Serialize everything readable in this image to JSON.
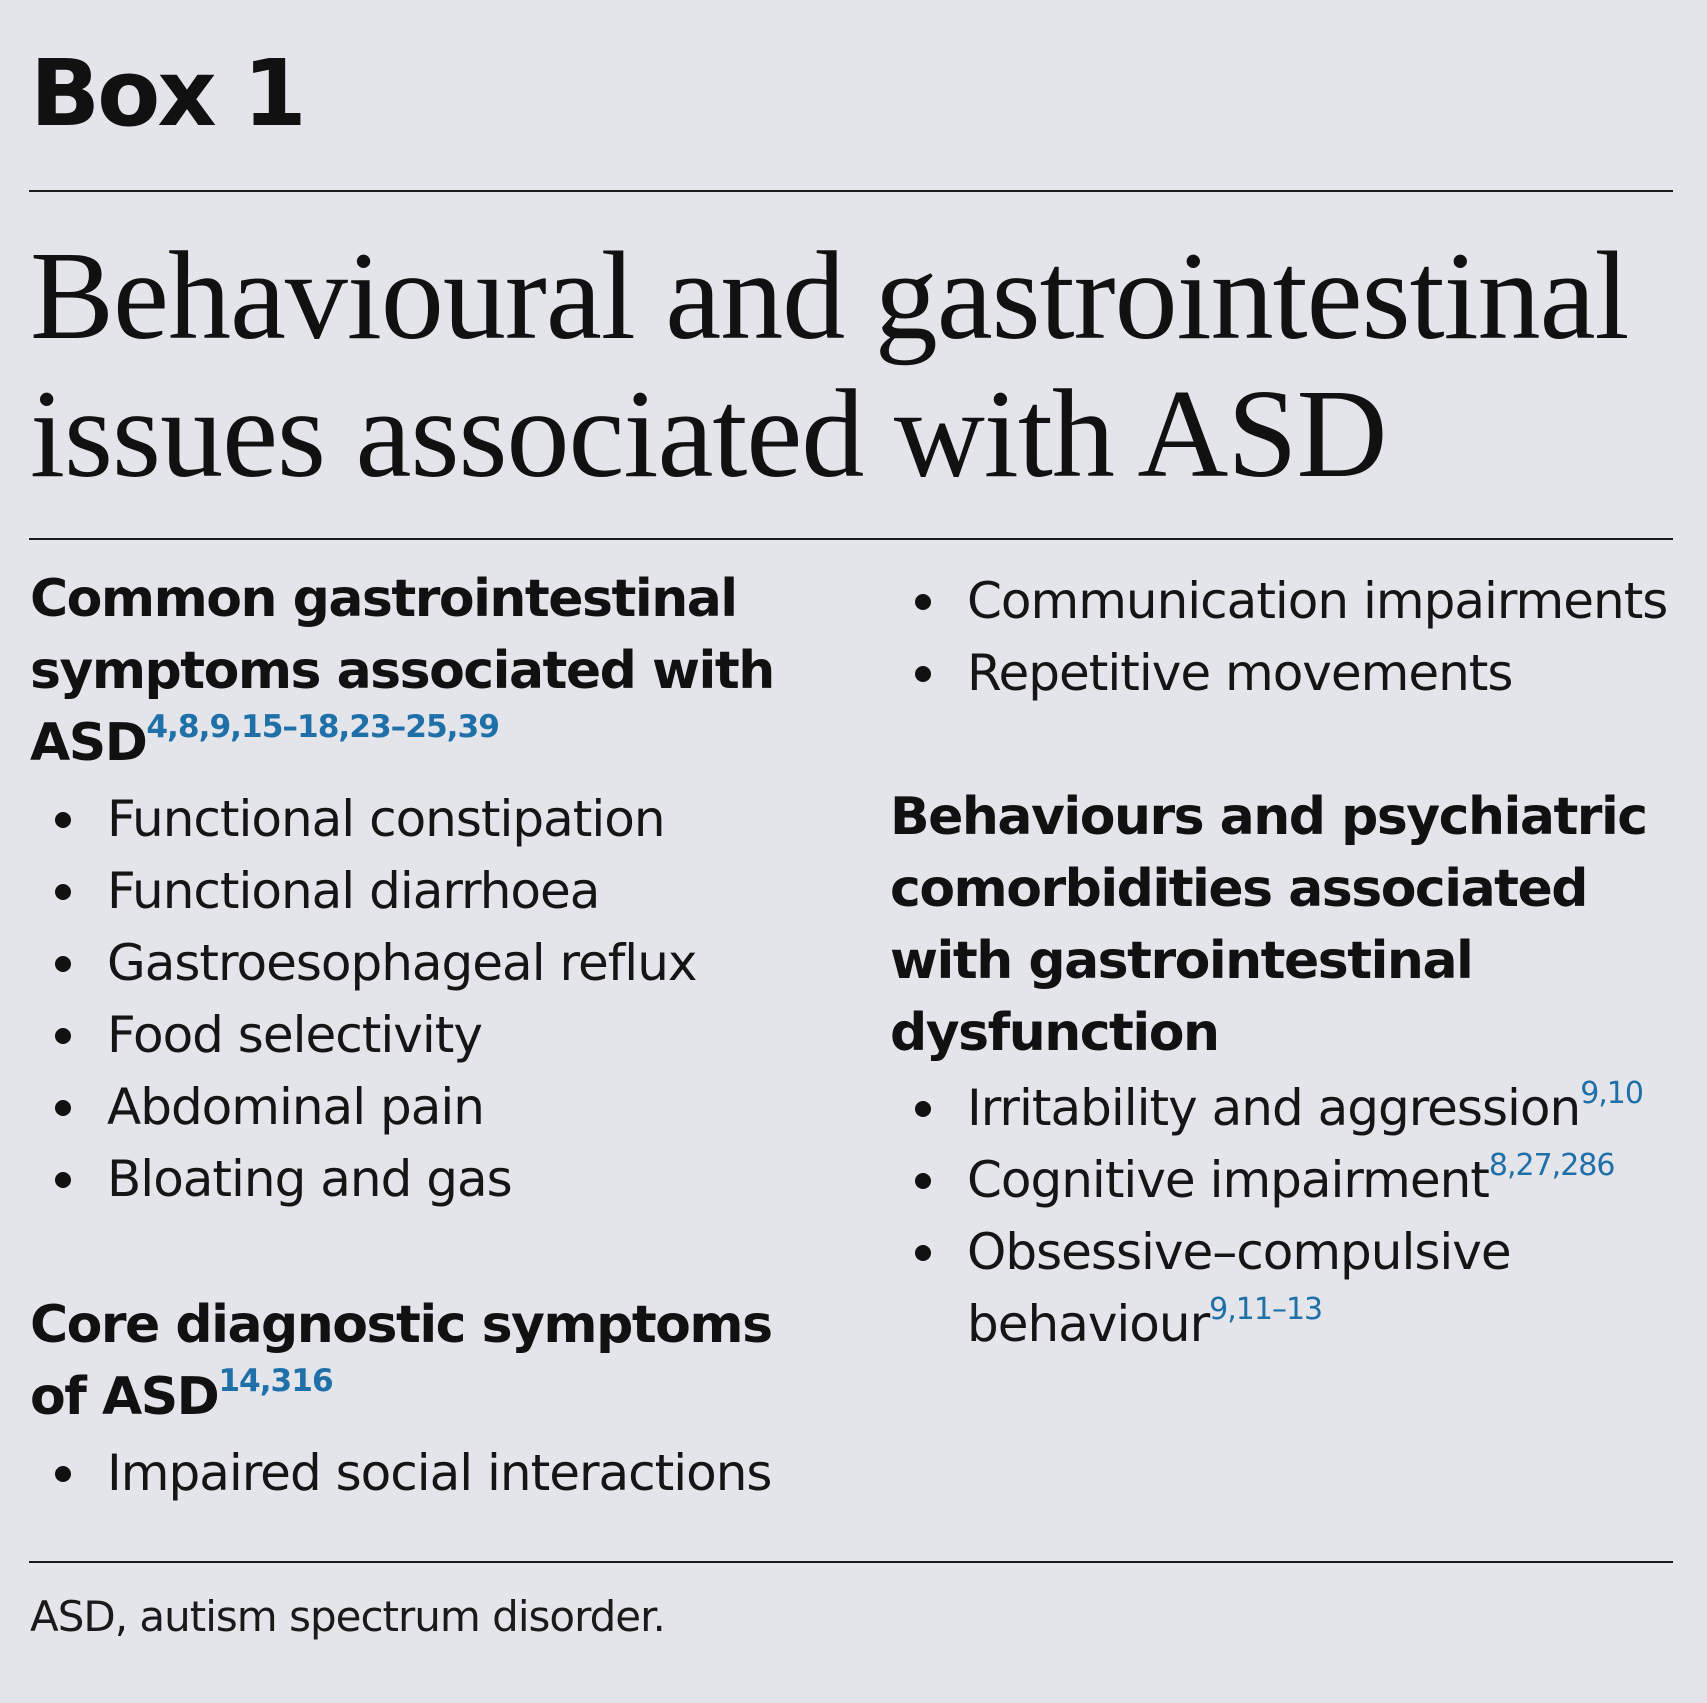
{
  "box_label": "Box 1",
  "title": "Behavioural and gastrointestinal issues associated with ASD",
  "sections": {
    "gi_symptoms": {
      "heading": "Common gastrointestinal symptoms associated with ASD",
      "refs": "4,8,9,15–18,23–25,39",
      "items": [
        {
          "text": "Functional constipation",
          "refs": ""
        },
        {
          "text": "Functional diarrhoea",
          "refs": ""
        },
        {
          "text": "Gastroesophageal reflux",
          "refs": ""
        },
        {
          "text": "Food selectivity",
          "refs": ""
        },
        {
          "text": "Abdominal pain",
          "refs": ""
        },
        {
          "text": "Bloating and gas",
          "refs": ""
        }
      ]
    },
    "core_symptoms": {
      "heading": "Core diagnostic symptoms of ASD",
      "refs": "14,316",
      "items": [
        {
          "text": "Impaired social interactions",
          "refs": ""
        },
        {
          "text": "Communication impairments",
          "refs": ""
        },
        {
          "text": "Repetitive movements",
          "refs": ""
        }
      ]
    },
    "comorbidities": {
      "heading": "Behaviours and psychiatric comorbidities associated with gastrointestinal dysfunction",
      "refs": "",
      "items": [
        {
          "text": "Irritability and aggression",
          "refs": "9,10"
        },
        {
          "text": "Cognitive impairment",
          "refs": "8,27,286"
        },
        {
          "text": "Obsessive–compulsive behaviour",
          "refs": "9,11–13"
        }
      ]
    }
  },
  "footnote": "ASD, autism spectrum disorder.",
  "colors": {
    "background": "#e3e5ea",
    "reference_blue": "#1f6fa8",
    "text": "#111111"
  }
}
